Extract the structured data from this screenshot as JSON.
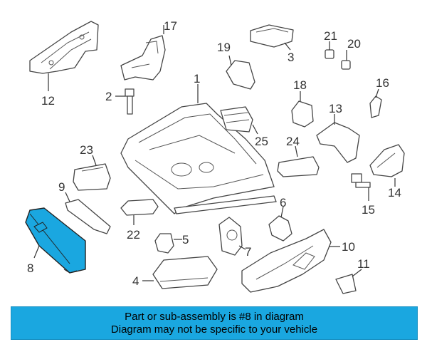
{
  "diagram": {
    "callouts": [
      {
        "id": "c1",
        "text": "1"
      },
      {
        "id": "c2",
        "text": "2"
      },
      {
        "id": "c3",
        "text": "3"
      },
      {
        "id": "c4",
        "text": "4"
      },
      {
        "id": "c5",
        "text": "5"
      },
      {
        "id": "c6",
        "text": "6"
      },
      {
        "id": "c7",
        "text": "7"
      },
      {
        "id": "c8",
        "text": "8"
      },
      {
        "id": "c9",
        "text": "9"
      },
      {
        "id": "c10",
        "text": "10"
      },
      {
        "id": "c11",
        "text": "11"
      },
      {
        "id": "c12",
        "text": "12"
      },
      {
        "id": "c13",
        "text": "13"
      },
      {
        "id": "c14",
        "text": "14"
      },
      {
        "id": "c15",
        "text": "15"
      },
      {
        "id": "c16",
        "text": "16"
      },
      {
        "id": "c17",
        "text": "17"
      },
      {
        "id": "c18",
        "text": "18"
      },
      {
        "id": "c19",
        "text": "19"
      },
      {
        "id": "c20",
        "text": "20"
      },
      {
        "id": "c21",
        "text": "21"
      },
      {
        "id": "c22",
        "text": "22"
      },
      {
        "id": "c23",
        "text": "23"
      },
      {
        "id": "c24",
        "text": "24"
      },
      {
        "id": "c25",
        "text": "25"
      }
    ],
    "highlighted_part": "8",
    "highlight_color": "#1aa7e0"
  },
  "banner": {
    "line1": "Part or sub-assembly is #8 in diagram",
    "line2": "Diagram may not be specific to your vehicle",
    "background": "#1aa7e0"
  }
}
